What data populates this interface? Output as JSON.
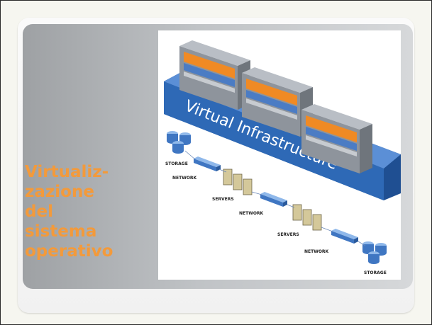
{
  "slide": {
    "title_lines": [
      "Virtualiz-",
      "zazione",
      "del",
      "sistema",
      "operativo"
    ],
    "accent_color": "#f39a3b"
  },
  "diagram": {
    "band_label": "Virtual Infrastructure",
    "labels": {
      "storage_top": "STORAGE",
      "network_1": "NETWORK",
      "servers_1": "SERVERS",
      "network_2": "NETWORK",
      "servers_2": "SERVERS",
      "network_3": "NETWORK",
      "storage_bottom": "STORAGE"
    },
    "colors": {
      "band": "#2e69b6",
      "band_dark": "#1f4f92",
      "server_box": "#8e949c",
      "layer_orange": "#f08a24",
      "layer_blue": "#4b7cc4"
    }
  }
}
